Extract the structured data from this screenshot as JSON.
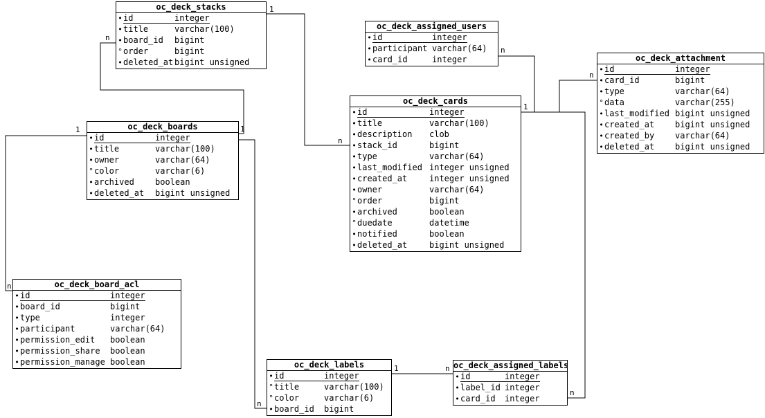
{
  "diagram": {
    "tables": [
      {
        "id": "oc_deck_stacks",
        "title": "oc_deck_stacks",
        "columns": [
          {
            "bullet": "•",
            "name": "id",
            "type": "integer",
            "pk": true
          },
          {
            "bullet": "•",
            "name": "title",
            "type": "varchar(100)"
          },
          {
            "bullet": "•",
            "name": "board_id",
            "type": "bigint"
          },
          {
            "bullet": "°",
            "name": "order",
            "type": "bigint"
          },
          {
            "bullet": "•",
            "name": "deleted_at",
            "type": "bigint unsigned"
          }
        ]
      },
      {
        "id": "oc_deck_assigned_users",
        "title": "oc_deck_assigned_users",
        "columns": [
          {
            "bullet": "•",
            "name": "id",
            "type": "integer",
            "pk": true
          },
          {
            "bullet": "•",
            "name": "participant",
            "type": "varchar(64)"
          },
          {
            "bullet": "•",
            "name": "card_id",
            "type": "integer"
          }
        ]
      },
      {
        "id": "oc_deck_attachment",
        "title": "oc_deck_attachment",
        "columns": [
          {
            "bullet": "•",
            "name": "id",
            "type": "integer",
            "pk": true
          },
          {
            "bullet": "•",
            "name": "card_id",
            "type": "bigint"
          },
          {
            "bullet": "•",
            "name": "type",
            "type": "varchar(64)"
          },
          {
            "bullet": "°",
            "name": "data",
            "type": "varchar(255)"
          },
          {
            "bullet": "•",
            "name": "last_modified",
            "type": "bigint unsigned"
          },
          {
            "bullet": "•",
            "name": "created_at",
            "type": "bigint unsigned"
          },
          {
            "bullet": "•",
            "name": "created_by",
            "type": "varchar(64)"
          },
          {
            "bullet": "•",
            "name": "deleted_at",
            "type": "bigint unsigned"
          }
        ]
      },
      {
        "id": "oc_deck_boards",
        "title": "oc_deck_boards",
        "columns": [
          {
            "bullet": "•",
            "name": "id",
            "type": "integer",
            "pk": true
          },
          {
            "bullet": "•",
            "name": "title",
            "type": "varchar(100)"
          },
          {
            "bullet": "•",
            "name": "owner",
            "type": "varchar(64)"
          },
          {
            "bullet": "°",
            "name": "color",
            "type": "varchar(6)"
          },
          {
            "bullet": "•",
            "name": "archived",
            "type": "boolean"
          },
          {
            "bullet": "•",
            "name": "deleted_at",
            "type": "bigint unsigned"
          }
        ]
      },
      {
        "id": "oc_deck_cards",
        "title": "oc_deck_cards",
        "columns": [
          {
            "bullet": "•",
            "name": "id",
            "type": "integer",
            "pk": true
          },
          {
            "bullet": "•",
            "name": "title",
            "type": "varchar(100)"
          },
          {
            "bullet": "•",
            "name": "description",
            "type": "clob"
          },
          {
            "bullet": "•",
            "name": "stack_id",
            "type": "bigint"
          },
          {
            "bullet": "•",
            "name": "type",
            "type": "varchar(64)"
          },
          {
            "bullet": "•",
            "name": "last_modified",
            "type": "integer unsigned"
          },
          {
            "bullet": "•",
            "name": "created_at",
            "type": "integer unsigned"
          },
          {
            "bullet": "•",
            "name": "owner",
            "type": "varchar(64)"
          },
          {
            "bullet": "°",
            "name": "order",
            "type": "bigint"
          },
          {
            "bullet": "•",
            "name": "archived",
            "type": "boolean"
          },
          {
            "bullet": "°",
            "name": "duedate",
            "type": "datetime"
          },
          {
            "bullet": "•",
            "name": "notified",
            "type": "boolean"
          },
          {
            "bullet": "•",
            "name": "deleted_at",
            "type": "bigint unsigned"
          }
        ]
      },
      {
        "id": "oc_deck_board_acl",
        "title": "oc_deck_board_acl",
        "columns": [
          {
            "bullet": "•",
            "name": "id",
            "type": "integer",
            "pk": true
          },
          {
            "bullet": "•",
            "name": "board_id",
            "type": "bigint"
          },
          {
            "bullet": "•",
            "name": "type",
            "type": "integer"
          },
          {
            "bullet": "•",
            "name": "participant",
            "type": "varchar(64)"
          },
          {
            "bullet": "•",
            "name": "permission_edit",
            "type": "boolean"
          },
          {
            "bullet": "•",
            "name": "permission_share",
            "type": "boolean"
          },
          {
            "bullet": "•",
            "name": "permission_manage",
            "type": "boolean"
          }
        ]
      },
      {
        "id": "oc_deck_labels",
        "title": "oc_deck_labels",
        "columns": [
          {
            "bullet": "•",
            "name": "id",
            "type": "integer",
            "pk": true
          },
          {
            "bullet": "°",
            "name": "title",
            "type": "varchar(100)"
          },
          {
            "bullet": "°",
            "name": "color",
            "type": "varchar(6)"
          },
          {
            "bullet": "•",
            "name": "board_id",
            "type": "bigint"
          }
        ]
      },
      {
        "id": "oc_deck_assigned_labels",
        "title": "oc_deck_assigned_labels",
        "columns": [
          {
            "bullet": "•",
            "name": "id",
            "type": "integer",
            "pk": true
          },
          {
            "bullet": "•",
            "name": "label_id",
            "type": "integer"
          },
          {
            "bullet": "•",
            "name": "card_id",
            "type": "integer"
          }
        ]
      }
    ],
    "connections": [
      {
        "from": "oc_deck_stacks",
        "to": "oc_deck_cards",
        "from_card": "1",
        "to_card": "n"
      },
      {
        "from": "oc_deck_boards",
        "to": "oc_deck_stacks",
        "from_card": "1",
        "to_card": "n"
      },
      {
        "from": "oc_deck_boards",
        "to": "oc_deck_board_acl",
        "from_card": "1",
        "to_card": "n"
      },
      {
        "from": "oc_deck_boards",
        "to": "oc_deck_labels",
        "from_card": "1",
        "to_card": "n"
      },
      {
        "from": "oc_deck_cards",
        "to": "oc_deck_assigned_users",
        "from_card": "1",
        "to_card": "n"
      },
      {
        "from": "oc_deck_cards",
        "to": "oc_deck_attachment",
        "from_card": "1",
        "to_card": "n"
      },
      {
        "from": "oc_deck_cards",
        "to": "oc_deck_assigned_labels",
        "from_card": "1",
        "to_card": "n"
      },
      {
        "from": "oc_deck_labels",
        "to": "oc_deck_assigned_labels",
        "from_card": "1",
        "to_card": "n"
      }
    ]
  }
}
